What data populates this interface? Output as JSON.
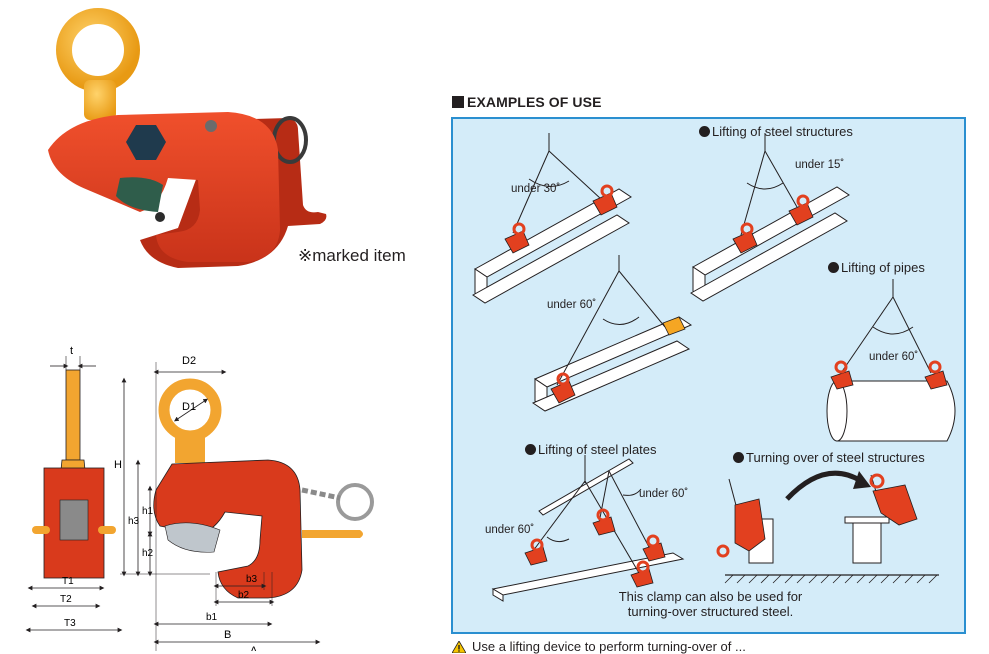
{
  "product": {
    "marked_note": "※marked item"
  },
  "dimensions": {
    "labels": {
      "t": "t",
      "D2": "D2",
      "D1": "D1",
      "H": "H",
      "h1": "h1",
      "h2": "h2",
      "h3": "h3",
      "b1": "b1",
      "b2": "b2",
      "b3": "b3",
      "B": "B",
      "A": "A",
      "T1": "T1",
      "T2": "T2",
      "T3": "T3"
    }
  },
  "examples": {
    "heading": "EXAMPLES OF USE",
    "steel_structures_label": "Lifting of  steel structures",
    "pipes_label": "Lifting of pipes",
    "steel_plates_label": "Lifting of steel plates",
    "turning_label": "Turning over of steel structures",
    "angles": {
      "a30": "under 30˚",
      "a15": "under 15˚",
      "a60_beam": "under 60˚",
      "a60_pipe": "under 60˚",
      "a60_plate_left": "under 60˚",
      "a60_plate_right": "under 60˚"
    },
    "caption_line1": "This clamp can also be used for",
    "caption_line2": "turning-over structured steel."
  },
  "colors": {
    "clamp_red": "#e2401f",
    "shackle_yellow": "#f5a623",
    "panel_bg": "#d4ecf9",
    "panel_border": "#2a8fd0"
  },
  "bottom_note": {
    "text": "Use a lifting device to perform turning-over of ..."
  }
}
